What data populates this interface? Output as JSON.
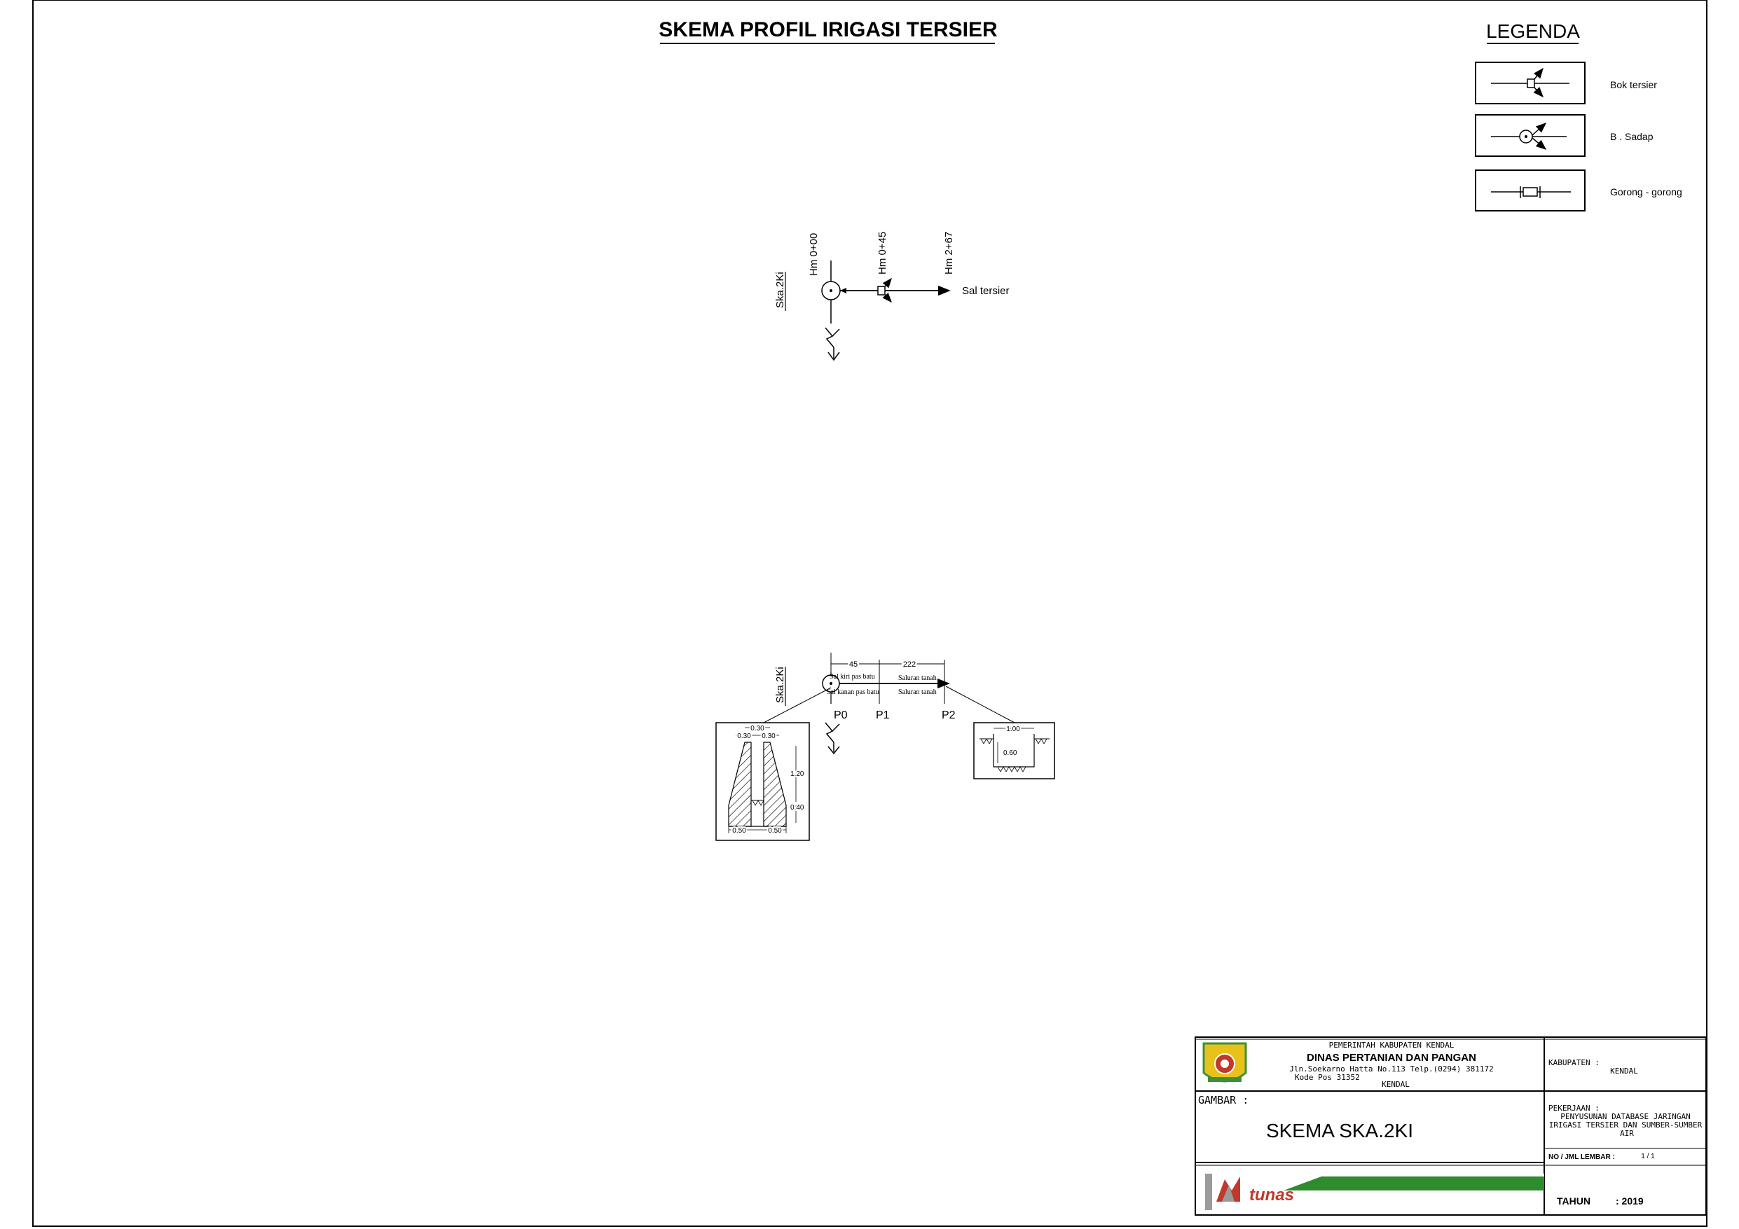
{
  "title": "SKEMA PROFIL IRIGASI TERSIER",
  "legend": {
    "heading": "LEGENDA",
    "items": [
      {
        "label": "Bok tersier",
        "icon": "bok-tersier-symbol-icon"
      },
      {
        "label": "B . Sadap",
        "icon": "bangunan-sadap-symbol-icon"
      },
      {
        "label": "Gorong - gorong",
        "icon": "gorong-gorong-symbol-icon"
      }
    ]
  },
  "scheme_top": {
    "channel_name": "Ska.2Ki",
    "stations": [
      "Hm 0+00",
      "Hm 0+45",
      "Hm 2+67"
    ],
    "channel_label": "Sal tersier"
  },
  "scheme_bottom": {
    "channel_name": "Ska.2Ki",
    "distances": [
      "45",
      "222"
    ],
    "left_labels": [
      "Sal kiri pas batu",
      "Sal kanan pas batu"
    ],
    "right_labels": [
      "Saluran tanah",
      "Saluran tanah"
    ],
    "points": [
      "P0",
      "P1",
      "P2"
    ]
  },
  "section_left": {
    "dims": [
      "0.30",
      "0.30",
      "0.30",
      "1.20",
      "0.40",
      "0.50",
      "0.50"
    ]
  },
  "section_right": {
    "dims": [
      "1.00",
      "0.60"
    ]
  },
  "titleblock": {
    "gov": "PEMERINTAH KABUPATEN KENDAL",
    "agency": "DINAS PERTANIAN DAN PANGAN",
    "address1": "Jln.Soekarno Hatta No.113 Telp.(0294) 381172",
    "address2": "Kode Pos 31352",
    "city": "KENDAL",
    "gambar_label": "GAMBAR :",
    "gambar_value": "SKEMA SKA.2KI",
    "kabupaten_label": "KABUPATEN :",
    "kabupaten_value": "KENDAL",
    "pekerjaan_label": "PEKERJAAN :",
    "pekerjaan_lines": [
      "PENYUSUNAN DATABASE JARINGAN",
      "IRIGASI TERSIER DAN SUMBER-SUMBER",
      "AIR"
    ],
    "lembar_label": "NO / JML LEMBAR :",
    "lembar_value": "1 / 1",
    "tahun_label": "TAHUN",
    "tahun_value": ": 2019",
    "logo_text": "tunas"
  },
  "colors": {
    "line": "#000000",
    "green_band": "#2e8b2e",
    "logo_red": "#c0392b",
    "seal_yellow": "#e8c21a",
    "seal_green": "#3f8f3a"
  }
}
